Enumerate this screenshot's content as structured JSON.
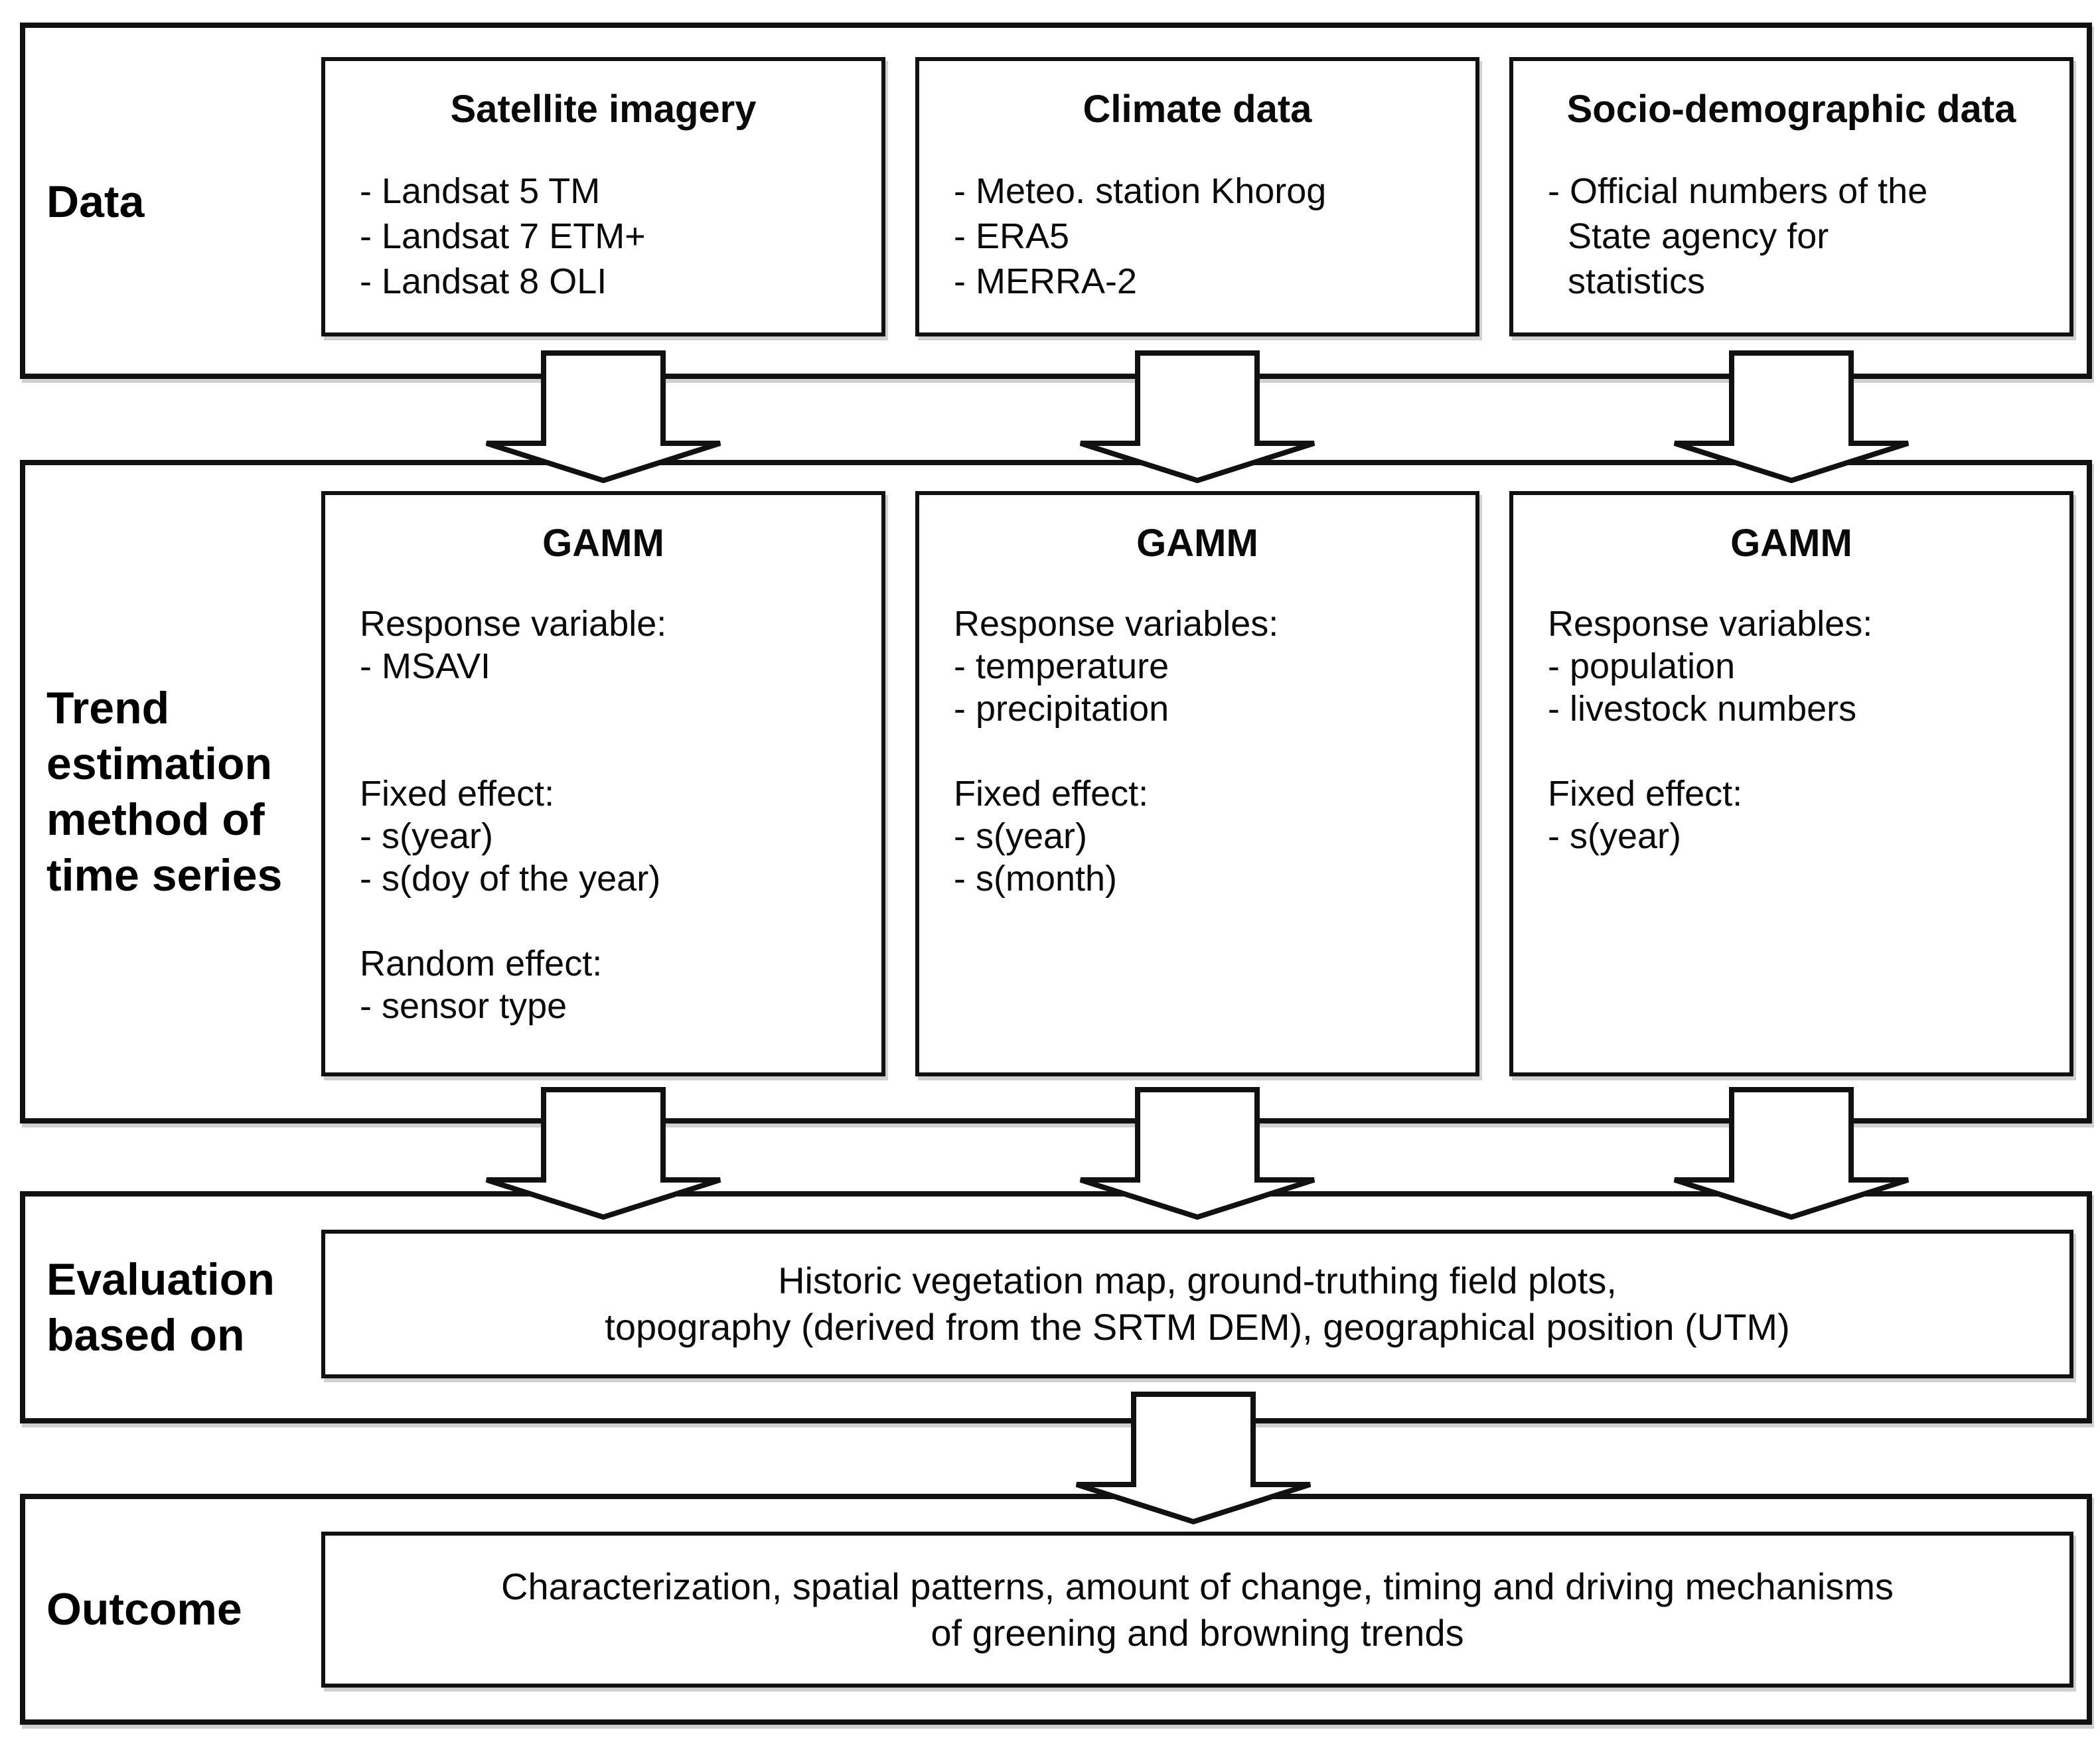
{
  "colors": {
    "background": "#ffffff",
    "line": "#111111",
    "shadow": "#969696"
  },
  "sections": {
    "data": {
      "label": "Data",
      "boxes": {
        "satellite": {
          "title": "Satellite imagery",
          "body": "- Landsat 5 TM\n- Landsat 7 ETM+\n- Landsat 8 OLI"
        },
        "climate": {
          "title": "Climate data",
          "body": "- Meteo. station Khorog\n- ERA5\n- MERRA-2"
        },
        "socio": {
          "title": "Socio-demographic data",
          "body": "- Official numbers of the\n  State agency for\n  statistics"
        }
      }
    },
    "trend": {
      "label": "Trend\nestimation\nmethod of\ntime series",
      "boxes": {
        "satellite": {
          "title": "GAMM",
          "body": "Response variable:\n- MSAVI\n\n\nFixed effect:\n- s(year)\n- s(doy of the year)\n\nRandom effect:\n- sensor type"
        },
        "climate": {
          "title": "GAMM",
          "body": "Response variables:\n- temperature\n- precipitation\n\nFixed effect:\n- s(year)\n- s(month)"
        },
        "socio": {
          "title": "GAMM",
          "body": "Response variables:\n- population\n- livestock numbers\n\nFixed effect:\n- s(year)"
        }
      }
    },
    "evaluation": {
      "label": "Evaluation\nbased on",
      "box_text": "Historic vegetation map, ground-truthing field plots,\ntopography (derived from the SRTM DEM), geographical position (UTM)"
    },
    "outcome": {
      "label": "Outcome",
      "box_text": "Characterization, spatial patterns, amount of change, timing and driving mechanisms\nof greening and browning trends"
    }
  }
}
